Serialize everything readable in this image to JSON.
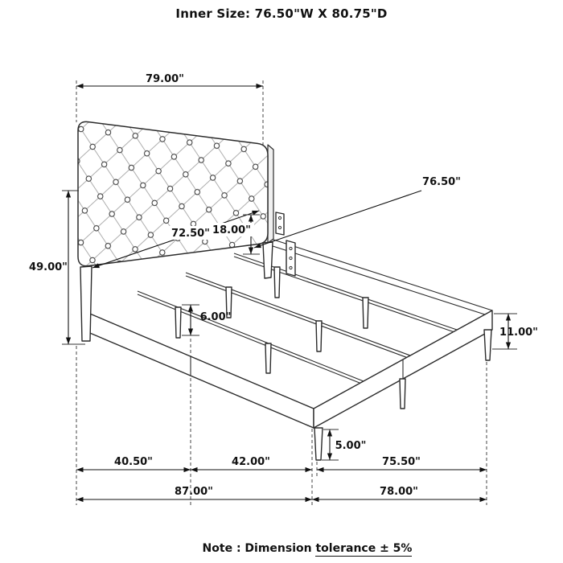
{
  "title": "Inner Size: 76.50\"W X 80.75\"D",
  "note_prefix": "Note : Dimension ",
  "note_suffix": "tolerance  ± 5%",
  "dimensions": {
    "headboard_width": "79.00\"",
    "headboard_height": "49.00\"",
    "headboard_inner_width": "72.50\"",
    "headboard_above_rail": "18.00\"",
    "inner_width": "76.50\"",
    "center_leg_height": "6.00\"",
    "side_rail_height": "11.00\"",
    "foot_leg_height": "5.00\"",
    "head_to_center_leg": "40.50\"",
    "center_leg_to_foot": "42.00\"",
    "slat_span": "75.50\"",
    "total_depth": "87.00\"",
    "total_width": "78.00\""
  }
}
